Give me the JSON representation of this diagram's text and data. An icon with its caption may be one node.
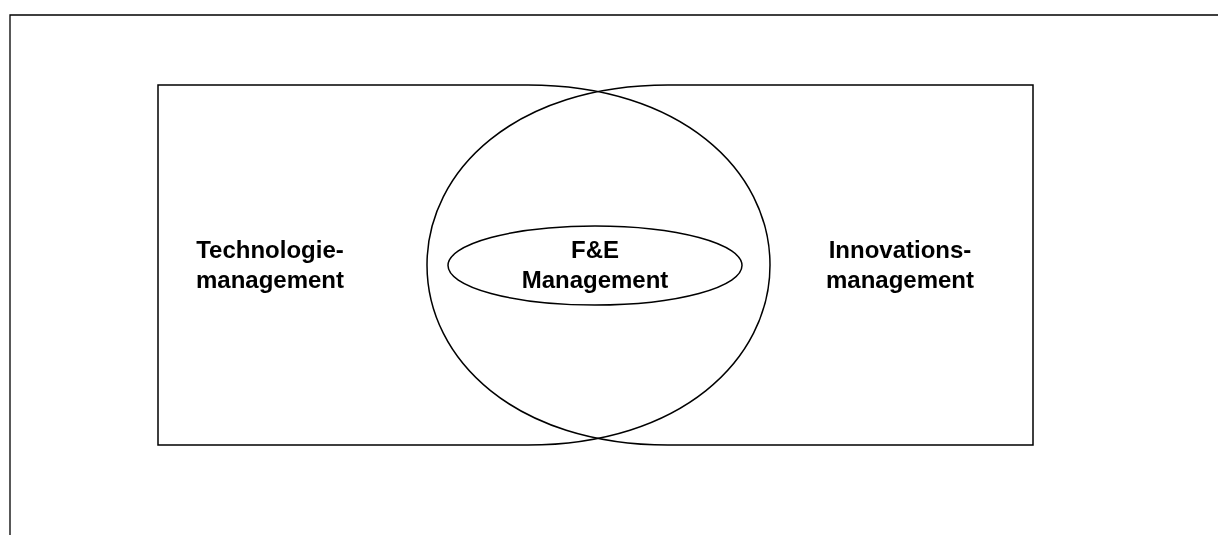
{
  "diagram": {
    "nodes": [
      {
        "text": [
          "Technologie- management"
        ]
      },
      {
        "text": [
          "Innovations- management"
        ]
      },
      {
        "text": [
          "F&E Management"
        ]
      }
    ]
  }
}
